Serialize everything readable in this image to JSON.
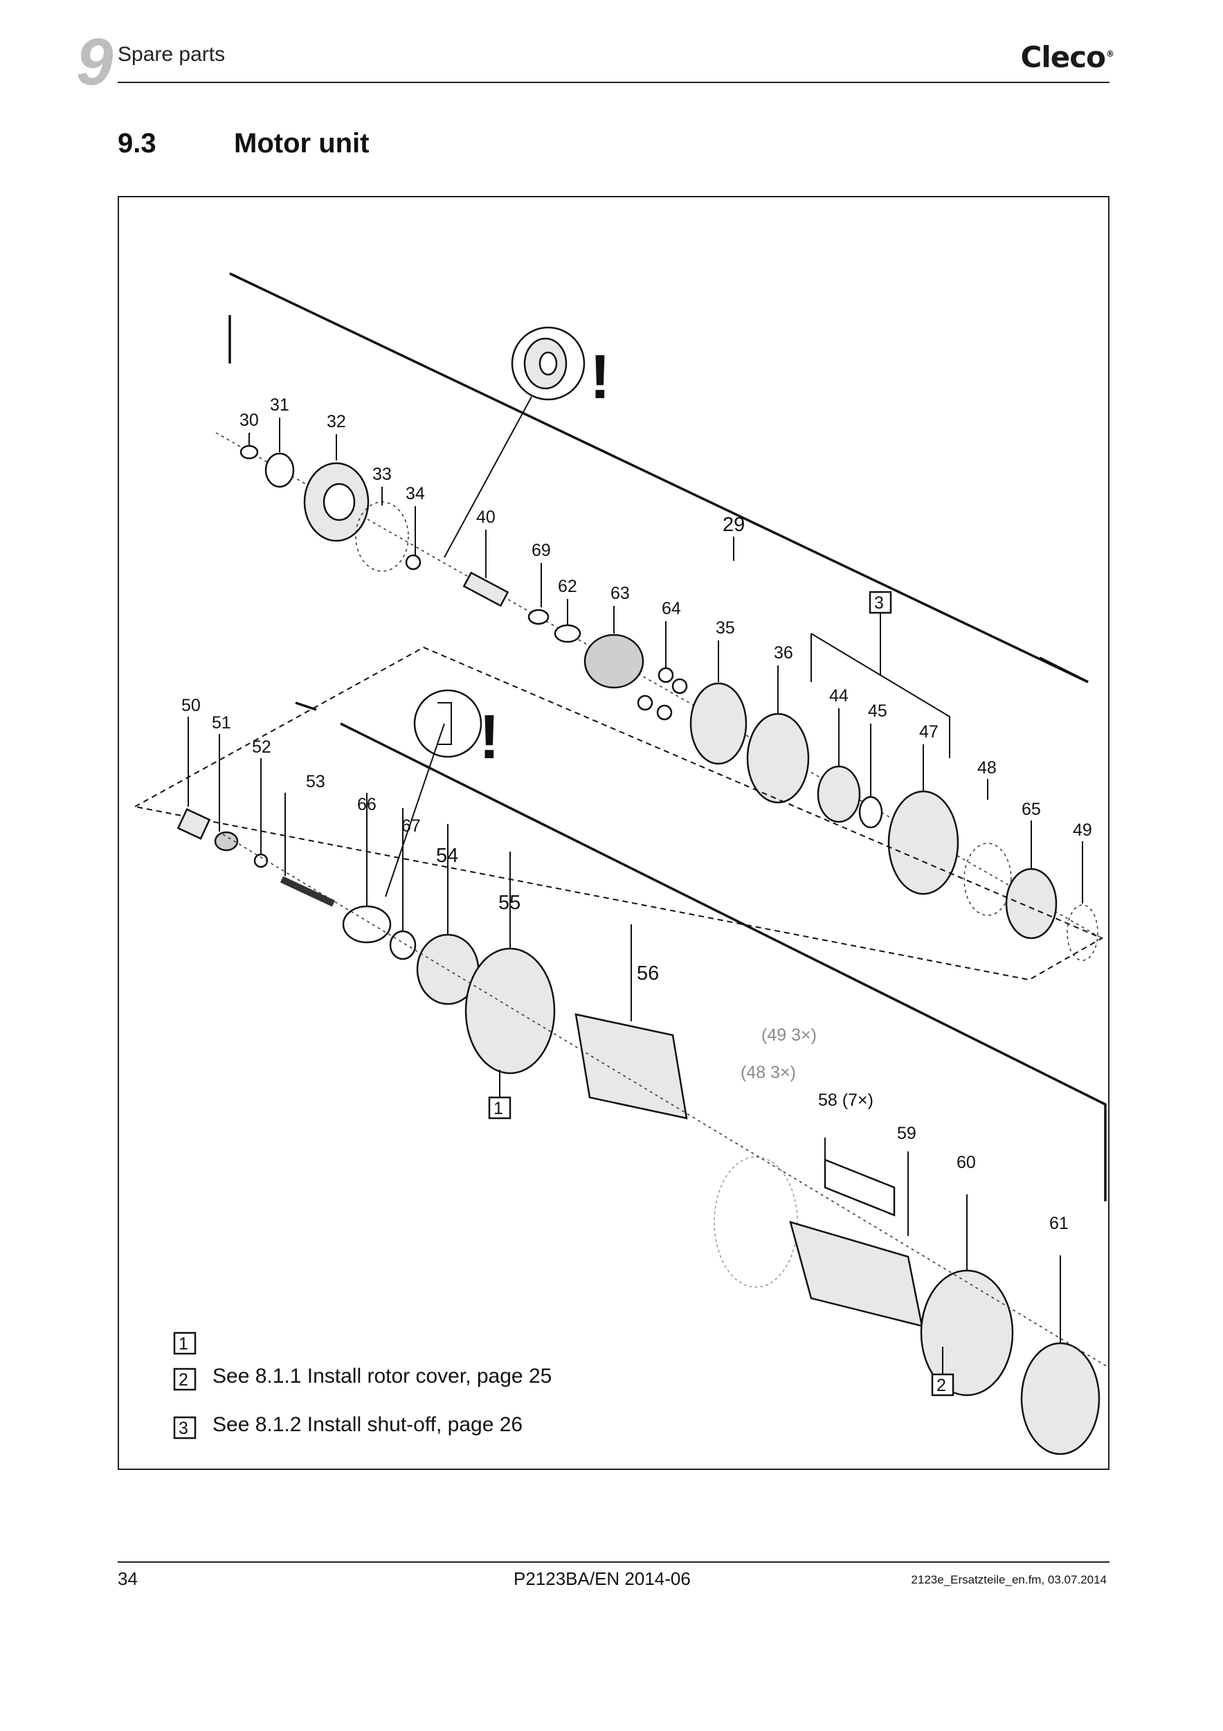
{
  "header": {
    "chapter_number": "9",
    "chapter_title": "Spare parts",
    "brand": "Cleco",
    "brand_mark": "®"
  },
  "section": {
    "number": "9.3",
    "title": "Motor unit"
  },
  "figure": {
    "warning_mark": "!",
    "callouts": {
      "c30": "30",
      "c31": "31",
      "c32": "32",
      "c33": "33",
      "c34": "34",
      "c40": "40",
      "c29": "29",
      "c69": "69",
      "c62": "62",
      "c63": "63",
      "c64": "64",
      "c35": "35",
      "c36": "36",
      "c44": "44",
      "c45": "45",
      "c47": "47",
      "c48": "48",
      "c65": "65",
      "c49": "49",
      "c50": "50",
      "c51": "51",
      "c52": "52",
      "c53": "53",
      "c66": "66",
      "c67": "67",
      "c54": "54",
      "c55": "55",
      "c56": "56",
      "c49x3": "(49 3×)",
      "c48x3": "(48 3×)",
      "c58x7": "58 (7×)",
      "c59": "59",
      "c60": "60",
      "c61": "61"
    },
    "boxes": {
      "b1": "1",
      "b2": "2",
      "b3": "3"
    },
    "legend": [
      {
        "box": "1",
        "text": ""
      },
      {
        "box": "2",
        "text": "See 8.1.1 Install rotor cover, page 25"
      },
      {
        "box": "3",
        "text": "See 8.1.2 Install shut-off, page 26"
      }
    ]
  },
  "footer": {
    "page_number": "34",
    "document_id": "P2123BA/EN 2014-06",
    "file_info": "2123e_Ersatzteile_en.fm, 03.07.2014"
  }
}
